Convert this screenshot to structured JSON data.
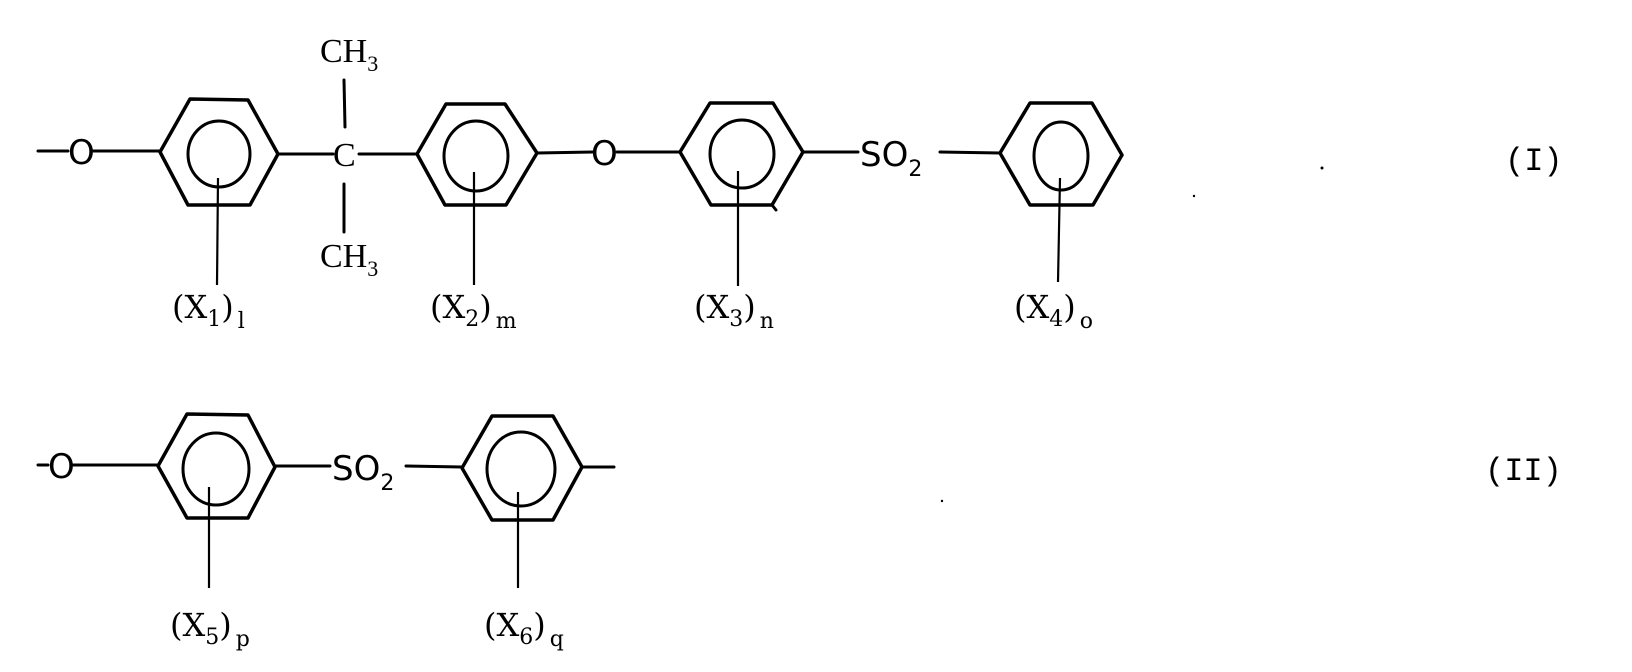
{
  "formulas": [
    {
      "id": "I",
      "label": "(I)",
      "left_terminal": "O",
      "quaternary_carbon": {
        "center": "C",
        "top": "CH",
        "top_sub": "3",
        "bottom": "CH",
        "bottom_sub": "3"
      },
      "ether_link": "O",
      "sulfone_link": {
        "main": "SO",
        "sub": "2"
      },
      "substituents": [
        {
          "group": "X",
          "index": "1",
          "count": "l"
        },
        {
          "group": "X",
          "index": "2",
          "count": "m"
        },
        {
          "group": "X",
          "index": "3",
          "count": "n"
        },
        {
          "group": "X",
          "index": "4",
          "count": "o"
        }
      ]
    },
    {
      "id": "II",
      "label": "(II)",
      "left_terminal": "O",
      "sulfone_link": {
        "main": "SO",
        "sub": "2"
      },
      "substituents": [
        {
          "group": "X",
          "index": "5",
          "count": "p"
        },
        {
          "group": "X",
          "index": "6",
          "count": "q"
        }
      ]
    }
  ],
  "colors": {
    "ink": "#000000",
    "background": "#ffffff"
  }
}
